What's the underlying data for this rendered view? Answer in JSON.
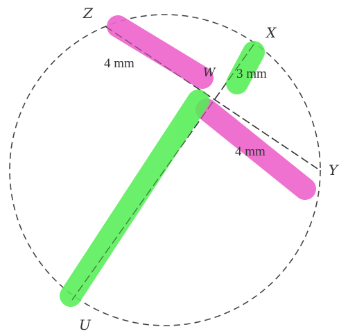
{
  "points": {
    "Z": "Z",
    "X": "X",
    "W": "W",
    "Y": "Y",
    "U": "U"
  },
  "lengths": {
    "ZW": "4 mm",
    "WX": "3 mm",
    "WY": "4 mm"
  },
  "colors": {
    "chord_zy_highlight": "#ee66cc",
    "chord_xu_highlight": "#55ee55",
    "circle_stroke": "#444444",
    "text": "#333333"
  }
}
